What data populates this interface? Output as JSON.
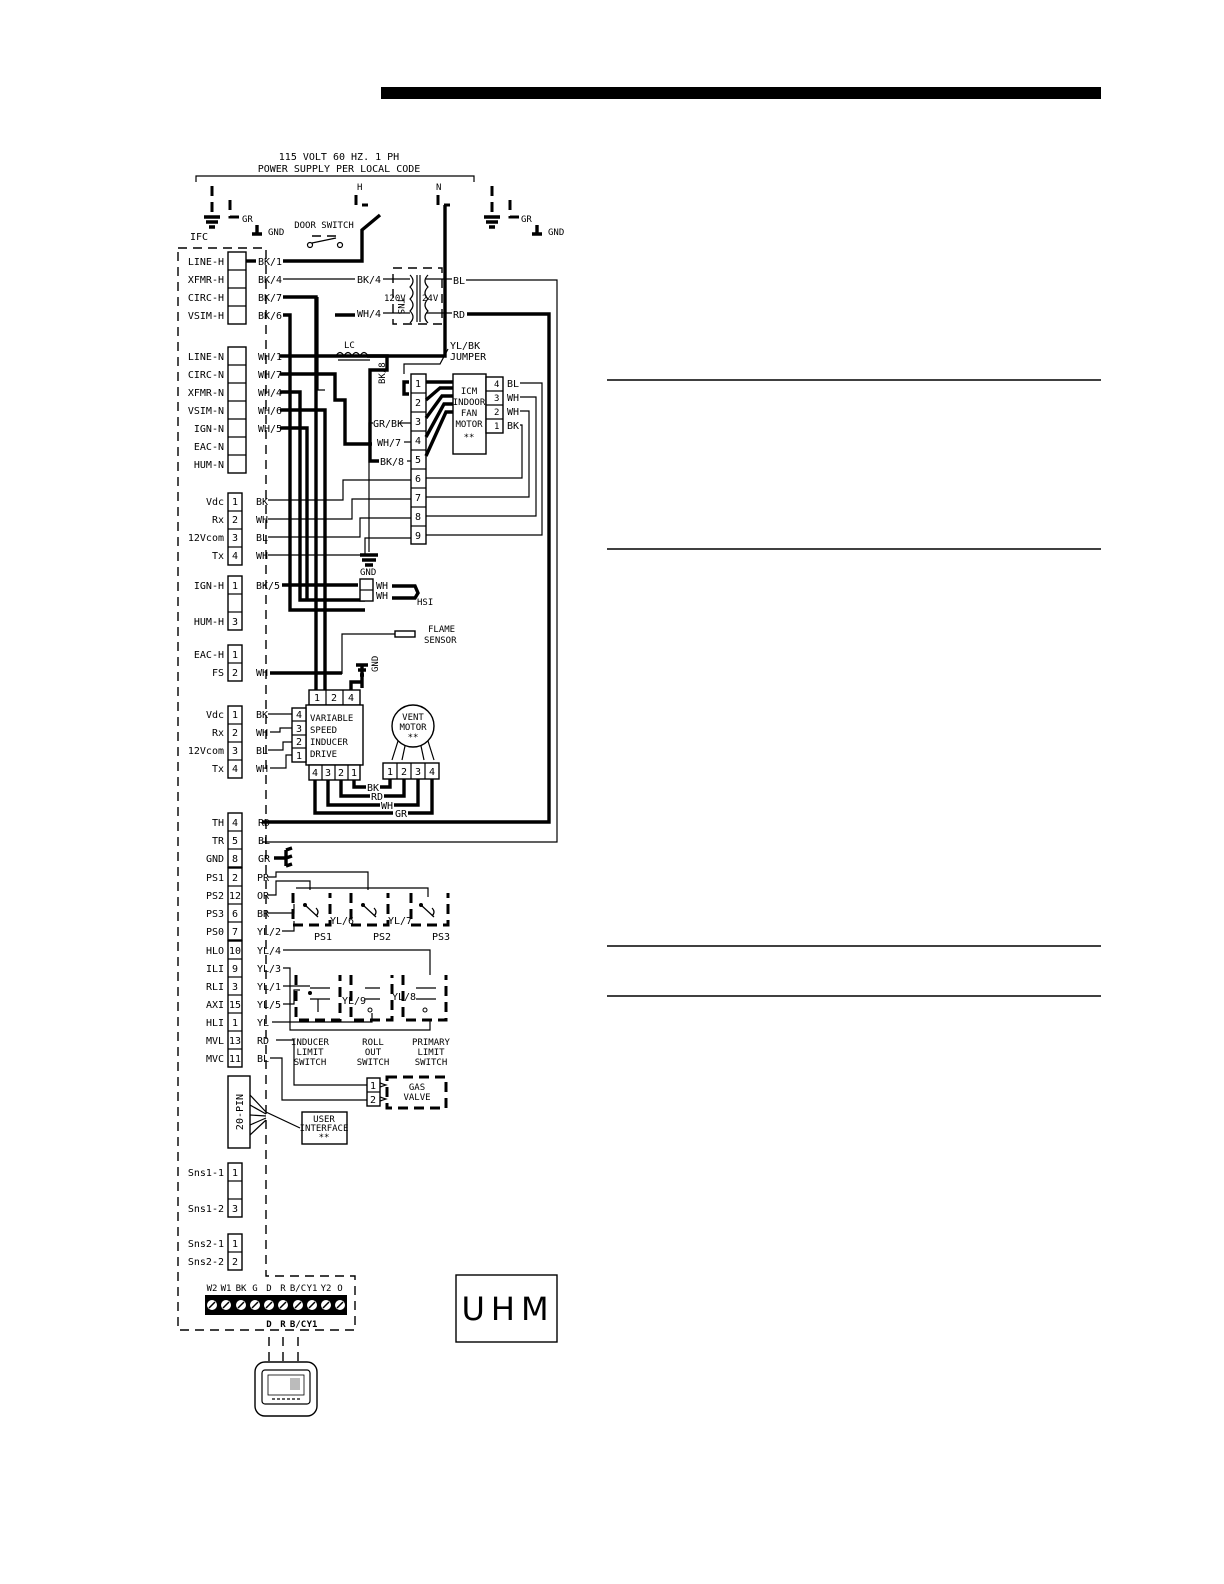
{
  "power_supply": {
    "line1": "115 VOLT 60 HZ. 1 PH",
    "line2": "POWER SUPPLY PER LOCAL CODE",
    "hot": "H",
    "neutral": "N"
  },
  "ground": {
    "gr": "GR",
    "gnd": "GND"
  },
  "door_switch": "DOOR SWITCH",
  "ifc_label": "IFC",
  "terminals_high": [
    "LINE-H",
    "XFMR-H",
    "CIRC-H",
    "VSIM-H"
  ],
  "wires_high": [
    "BK/1",
    "BK/4",
    "BK/7",
    "BK/6"
  ],
  "terminals_neutral": [
    "LINE-N",
    "CIRC-N",
    "XFMR-N",
    "VSIM-N",
    "IGN-N",
    "EAC-N",
    "HUM-N"
  ],
  "wires_neutral": [
    "WH/1",
    "WH/7",
    "WH/4",
    "WH/6",
    "WH/5"
  ],
  "transformer": {
    "label": "TNS",
    "primary": "120V",
    "secondary": "24V",
    "in_bk": "BK/4",
    "in_wh": "WH/4",
    "out_bl": "BL",
    "out_rd": "RD"
  },
  "lc": {
    "label": "LC",
    "wire": "BK/8"
  },
  "jumper": {
    "line1": "YL/BK",
    "line2": "JUMPER"
  },
  "icm_motor": {
    "line1": "ICM",
    "line2": "INDOOR",
    "line3": "FAN",
    "line4": "MOTOR",
    "mark": "**",
    "pins": [
      "4",
      "3",
      "2",
      "1"
    ],
    "wires": [
      "BL",
      "WH",
      "WH",
      "BK"
    ]
  },
  "motor_connector_pins": [
    "1",
    "2",
    "3",
    "4",
    "5",
    "6",
    "7",
    "8",
    "9"
  ],
  "motor_connector_wires": [
    "GR/BK",
    "WH/7",
    "BK/8"
  ],
  "comm_block_1": {
    "labels": [
      "Vdc",
      "Rx",
      "12Vcom",
      "Tx"
    ],
    "pins": [
      "1",
      "2",
      "3",
      "4"
    ],
    "wires": [
      "BK",
      "WH",
      "BL",
      "WH"
    ]
  },
  "gnd_label": "GND",
  "ign_block": {
    "labels": [
      "IGN-H",
      "HUM-H"
    ],
    "pins": [
      "1",
      "3"
    ],
    "wire": "BK/5"
  },
  "hsi": {
    "label": "HSI",
    "wires": [
      "WH",
      "WH"
    ]
  },
  "flame_sensor": {
    "line1": "FLAME",
    "line2": "SENSOR"
  },
  "eac_block": {
    "labels": [
      "EAC-H",
      "FS"
    ],
    "pins": [
      "1",
      "2"
    ],
    "wire": "WH"
  },
  "inducer_drive": {
    "line1": "VARIABLE",
    "line2": "SPEED",
    "line3": "INDUCER",
    "line4": "DRIVE",
    "top_pins": [
      "1",
      "2",
      "4"
    ],
    "side_pins": [
      "4",
      "3",
      "2",
      "1"
    ],
    "bottom_pins": [
      "4",
      "3",
      "2",
      "1"
    ]
  },
  "vent_motor": {
    "line1": "VENT",
    "line2": "MOTOR",
    "mark": "**",
    "pins": [
      "1",
      "2",
      "3",
      "4"
    ],
    "wires": [
      "BK",
      "RD",
      "WH",
      "GR"
    ]
  },
  "comm_block_2": {
    "labels": [
      "Vdc",
      "Rx",
      "12Vcom",
      "Tx"
    ],
    "pins": [
      "1",
      "2",
      "3",
      "4"
    ],
    "wires": [
      "BK",
      "WH",
      "BL",
      "WH"
    ]
  },
  "low_voltage": {
    "labels": [
      "TH",
      "TR",
      "GND"
    ],
    "pins": [
      "4",
      "5",
      "8"
    ],
    "wires": [
      "RD",
      "BL",
      "GR"
    ]
  },
  "pressure": {
    "labels": [
      "PS1",
      "PS2",
      "PS3",
      "PS0"
    ],
    "pins": [
      "2",
      "12",
      "6",
      "7"
    ],
    "wires": [
      "PR",
      "OR",
      "BR",
      "YL/2"
    ],
    "switches": [
      "PS1",
      "PS2",
      "PS3"
    ],
    "mid_wires": [
      "YL/6",
      "YL/7"
    ]
  },
  "limits": {
    "labels": [
      "HLO",
      "ILI",
      "RLI",
      "AXI",
      "HLI",
      "MVL",
      "MVC"
    ],
    "pins": [
      "10",
      "9",
      "3",
      "15",
      "1",
      "13",
      "11"
    ],
    "wires": [
      "YL/4",
      "YL/3",
      "YL/1",
      "YL/5",
      "YL",
      "RD",
      "BL"
    ],
    "mid_wires": [
      "YL/9",
      "YL/8"
    ]
  },
  "inducer_limit": [
    "INDUCER",
    "LIMIT",
    "SWITCH"
  ],
  "rollout": [
    "ROLL",
    "OUT",
    "SWITCH"
  ],
  "primary_limit": [
    "PRIMARY",
    "LIMIT",
    "SWITCH"
  ],
  "gas_valve": {
    "line1": "GAS",
    "line2": "VALVE",
    "pins": [
      "1",
      "2"
    ]
  },
  "pin20": "20-PIN",
  "user_interface": {
    "line1": "USER",
    "line2": "INTERFACE",
    "mark": "**"
  },
  "sensors": {
    "labels": [
      "Sns1-1",
      "Sns1-2",
      "Sns2-1",
      "Sns2-2"
    ],
    "pins": [
      "1",
      "3",
      "1",
      "2"
    ]
  },
  "thermostat_terminals": [
    "W2",
    "W1",
    "BK",
    "G",
    "D",
    "R",
    "B/C",
    "Y1",
    "Y2",
    "O"
  ],
  "thermostat_wires": [
    "D",
    "R",
    "B/C",
    "Y1"
  ],
  "model": "UHM"
}
